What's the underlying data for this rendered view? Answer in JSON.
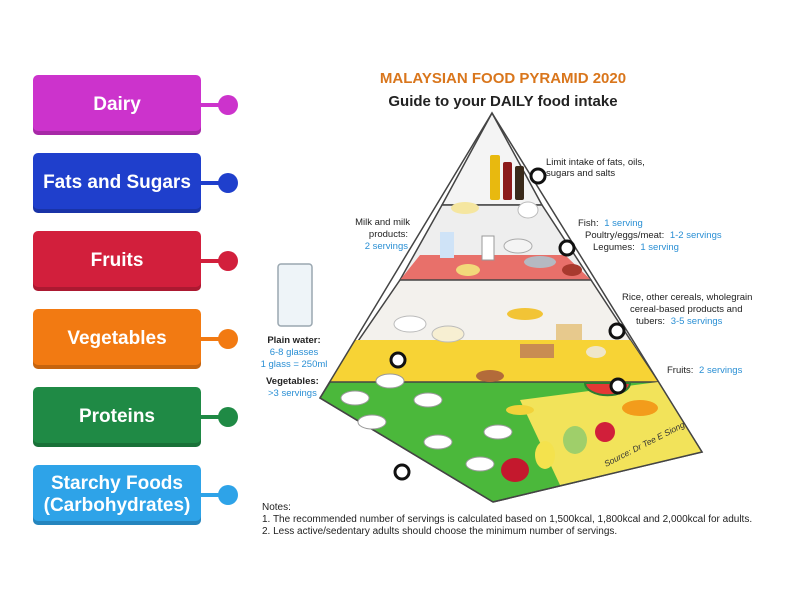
{
  "labels": [
    {
      "text": "Dairy",
      "color": "#cc33cc"
    },
    {
      "text": "Fats and Sugars",
      "color": "#1f3fcc"
    },
    {
      "text": "Fruits",
      "color": "#d21f3c"
    },
    {
      "text": "Vegetables",
      "color": "#f27a12"
    },
    {
      "text": "Proteins",
      "color": "#1f8a45"
    },
    {
      "text": "Starchy Foods\n(Carbohydrates)",
      "color": "#2ea3e8"
    }
  ],
  "poster": {
    "title": "MALAYSIAN FOOD PYRAMID 2020",
    "subtitle": "Guide to your DAILY food intake",
    "fats": {
      "line1": "Limit intake of fats, oils,",
      "line2": "sugars and salts"
    },
    "protein": {
      "fish_label": "Fish:",
      "fish_value": "1 serving",
      "poultry_label": "Poultry/eggs/meat:",
      "poultry_value": "1-2 servings",
      "legumes_label": "Legumes:",
      "legumes_value": "1 serving"
    },
    "milk": {
      "line1": "Milk and milk",
      "line2": "products:",
      "value": "2 servings"
    },
    "cereals": {
      "line1": "Rice, other cereals, wholegrain",
      "line2": "cereal-based products and",
      "line3": "tubers:",
      "value": "3-5 servings"
    },
    "fruits": {
      "label": "Fruits:",
      "value": "2 servings"
    },
    "water": {
      "label": "Plain water:",
      "line1": "6-8 glasses",
      "line2": "1 glass = 250ml"
    },
    "vegetables": {
      "label": "Vegetables:",
      "value": ">3 servings"
    },
    "source": "Source: Dr Tee E Siong",
    "notes": {
      "heading": "Notes:",
      "note1": "1. The recommended number of servings is calculated based on 1,500kcal, 1,800kcal and 2,000kcal for adults.",
      "note2": "2. Less active/sedentary adults should choose the minimum number of servings."
    }
  },
  "colors": {
    "title": "#d9761c",
    "accent_blue": "#2a8fd4",
    "tier1": "#f3f3f3",
    "tier2": "#e8706a",
    "tier3": "#f2f0ec",
    "tier4": "#f7d335",
    "tier5": "#4bb83b"
  }
}
